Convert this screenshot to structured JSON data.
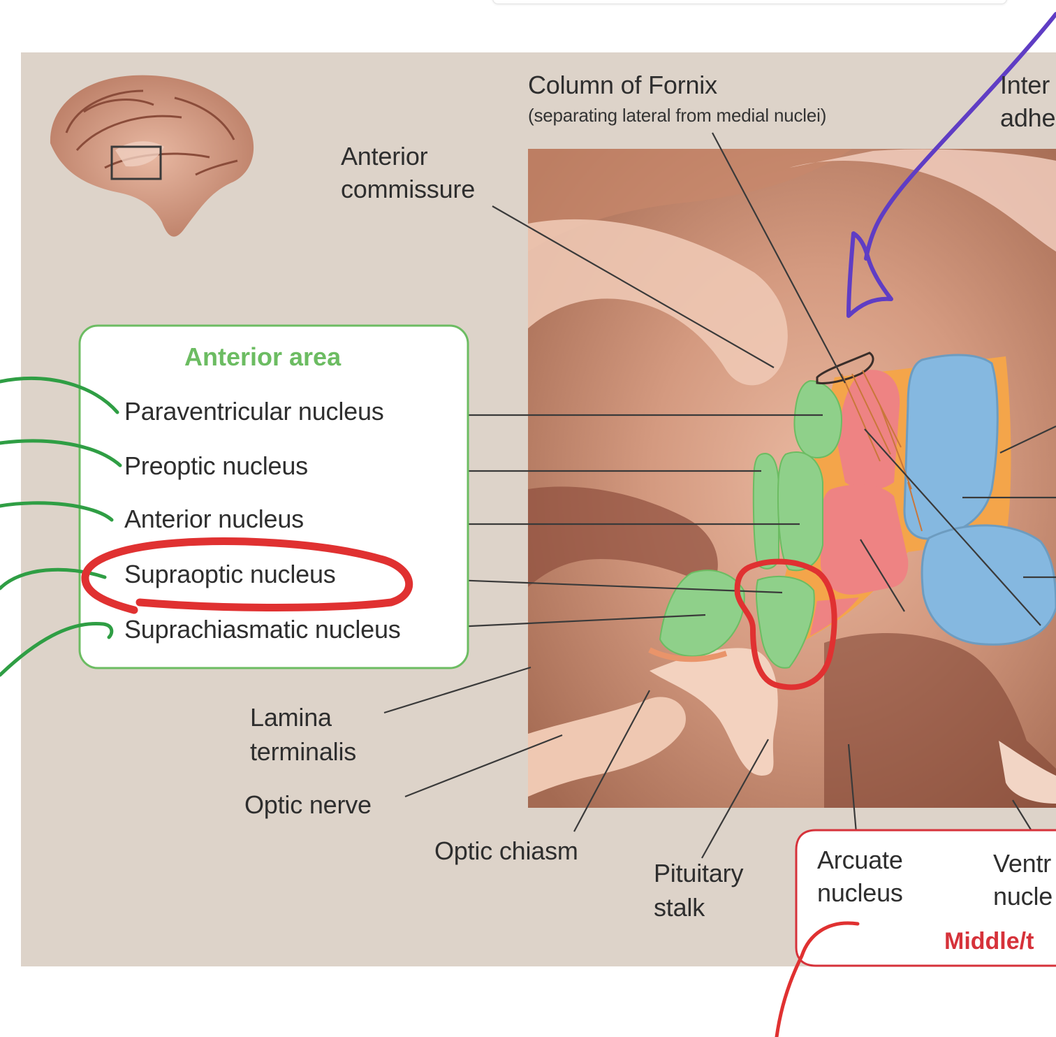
{
  "colors": {
    "background": "#ddd3c9",
    "anterior_green": "#6cbc62",
    "middle_red": "#d6323a",
    "medial_pink": "#ee8383",
    "lateral_blue": "#85b8e0",
    "orange": "#f4a54a",
    "pen_green": "#2f9e44",
    "pen_red": "#e03131",
    "pen_purple": "#5f3dc4"
  },
  "labels": {
    "column_fornix": "Column of Fornix",
    "column_fornix_note": "(separating lateral from medial nuclei)",
    "interthalamic_1": "Inter",
    "interthalamic_2": "adhe",
    "anterior_commissure_1": "Anterior",
    "anterior_commissure_2": "commissure",
    "lamina_1": "Lamina",
    "lamina_2": "terminalis",
    "optic_nerve": "Optic nerve",
    "optic_chiasm": "Optic chiasm",
    "pituitary_1": "Pituitary",
    "pituitary_2": "stalk",
    "arcuate_1": "Arcuate",
    "arcuate_2": "nucleus",
    "ventro_1": "Ventr",
    "ventro_2": "nucle"
  },
  "anterior_box": {
    "title": "Anterior area",
    "items": [
      "Paraventricular nucleus",
      "Preoptic nucleus",
      "Anterior nucleus",
      "Supraoptic nucleus",
      "Suprachiasmatic nucleus"
    ]
  },
  "middle_box": {
    "title": "Middle/t"
  }
}
